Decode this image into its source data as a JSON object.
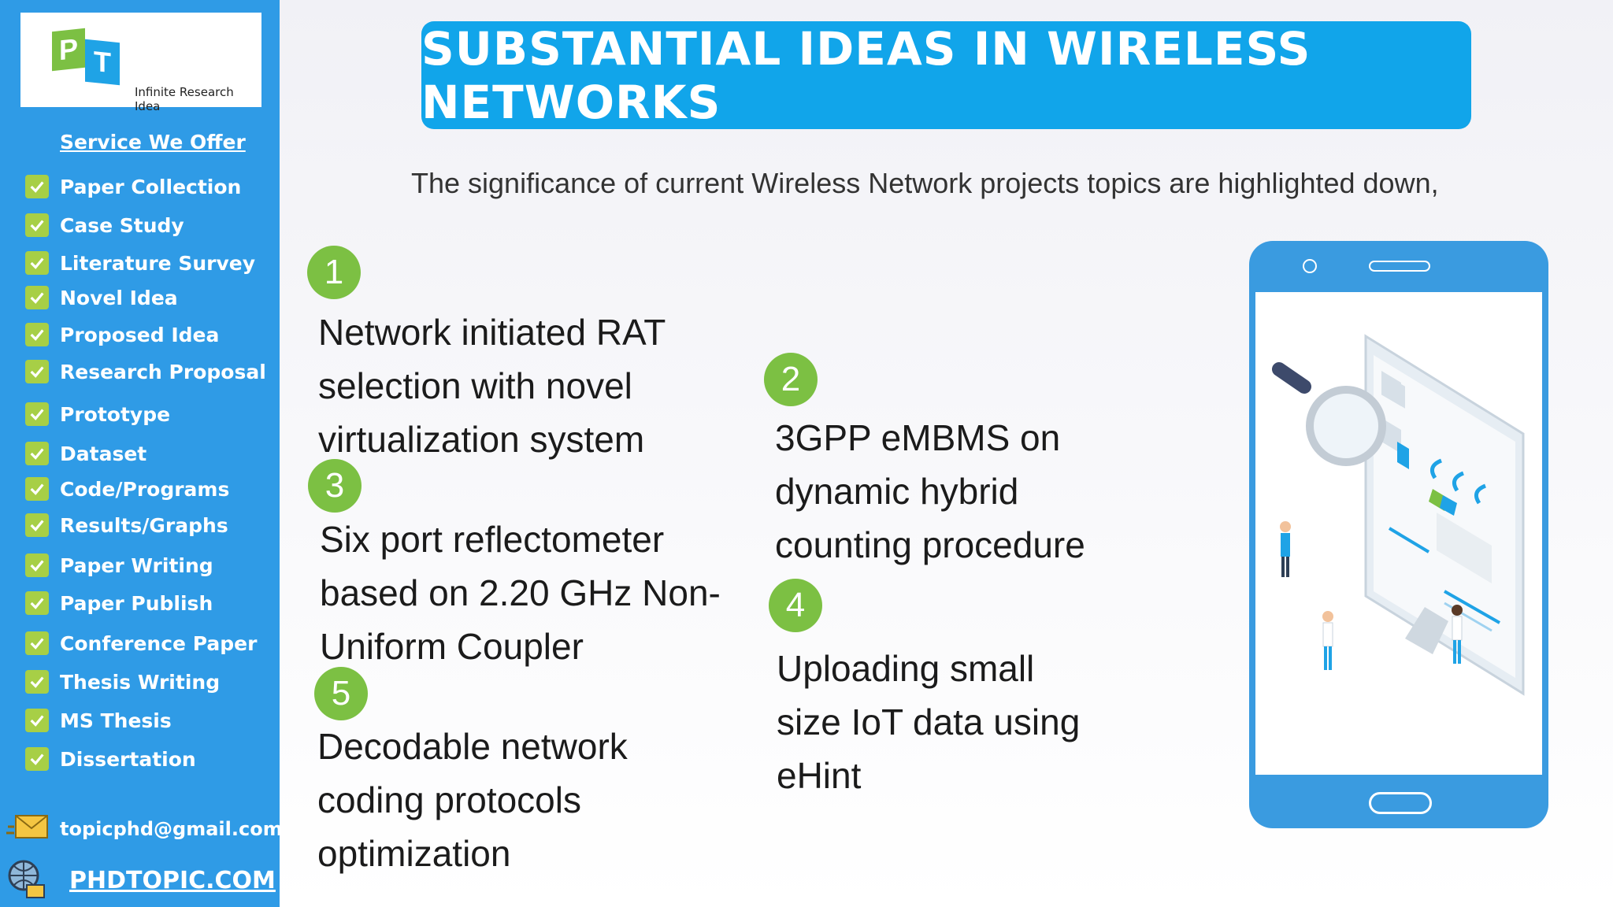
{
  "sidebar": {
    "logo": {
      "letter_p": "P",
      "letter_t": "T",
      "tagline": "Infinite Research Idea"
    },
    "service_title": "Service We Offer",
    "items": [
      "Paper Collection",
      "Case Study",
      "Literature Survey",
      "Novel Idea",
      "Proposed Idea",
      "Research Proposal",
      "Prototype",
      "Dataset",
      "Code/Programs",
      "Results/Graphs",
      "Paper Writing",
      "Paper Publish",
      "Conference Paper",
      "Thesis Writing",
      "MS Thesis",
      "Dissertation"
    ],
    "email": "topicphd@gmail.com",
    "website": "PHDTOPIC.COM"
  },
  "header": {
    "title": "SUBSTANTIAL IDEAS IN WIRELESS NETWORKS",
    "subtitle": "The significance of  current Wireless Network projects topics are highlighted  down,"
  },
  "ideas": [
    {
      "number": "1",
      "lines": [
        "Network initiated RAT",
        "selection with novel",
        "virtualization system"
      ]
    },
    {
      "number": "2",
      "lines": [
        "3GPP eMBMS on",
        "dynamic hybrid",
        "counting procedure"
      ]
    },
    {
      "number": "3",
      "lines": [
        "Six port reflectometer",
        "based on 2.20 GHz Non-",
        "Uniform Coupler"
      ]
    },
    {
      "number": "4",
      "lines": [
        "Uploading small",
        "size IoT data using",
        "eHint"
      ]
    },
    {
      "number": "5",
      "lines": [
        "Decodable network",
        "coding protocols",
        "optimization"
      ]
    }
  ],
  "colors": {
    "sidebar": "#2f9be6",
    "banner": "#11a5ea",
    "badge": "#7cc043",
    "check": "#a7cf46",
    "phone": "#3a9be0"
  },
  "icons": [
    "check-icon",
    "email-icon",
    "globe-icon",
    "magnifier-icon"
  ]
}
